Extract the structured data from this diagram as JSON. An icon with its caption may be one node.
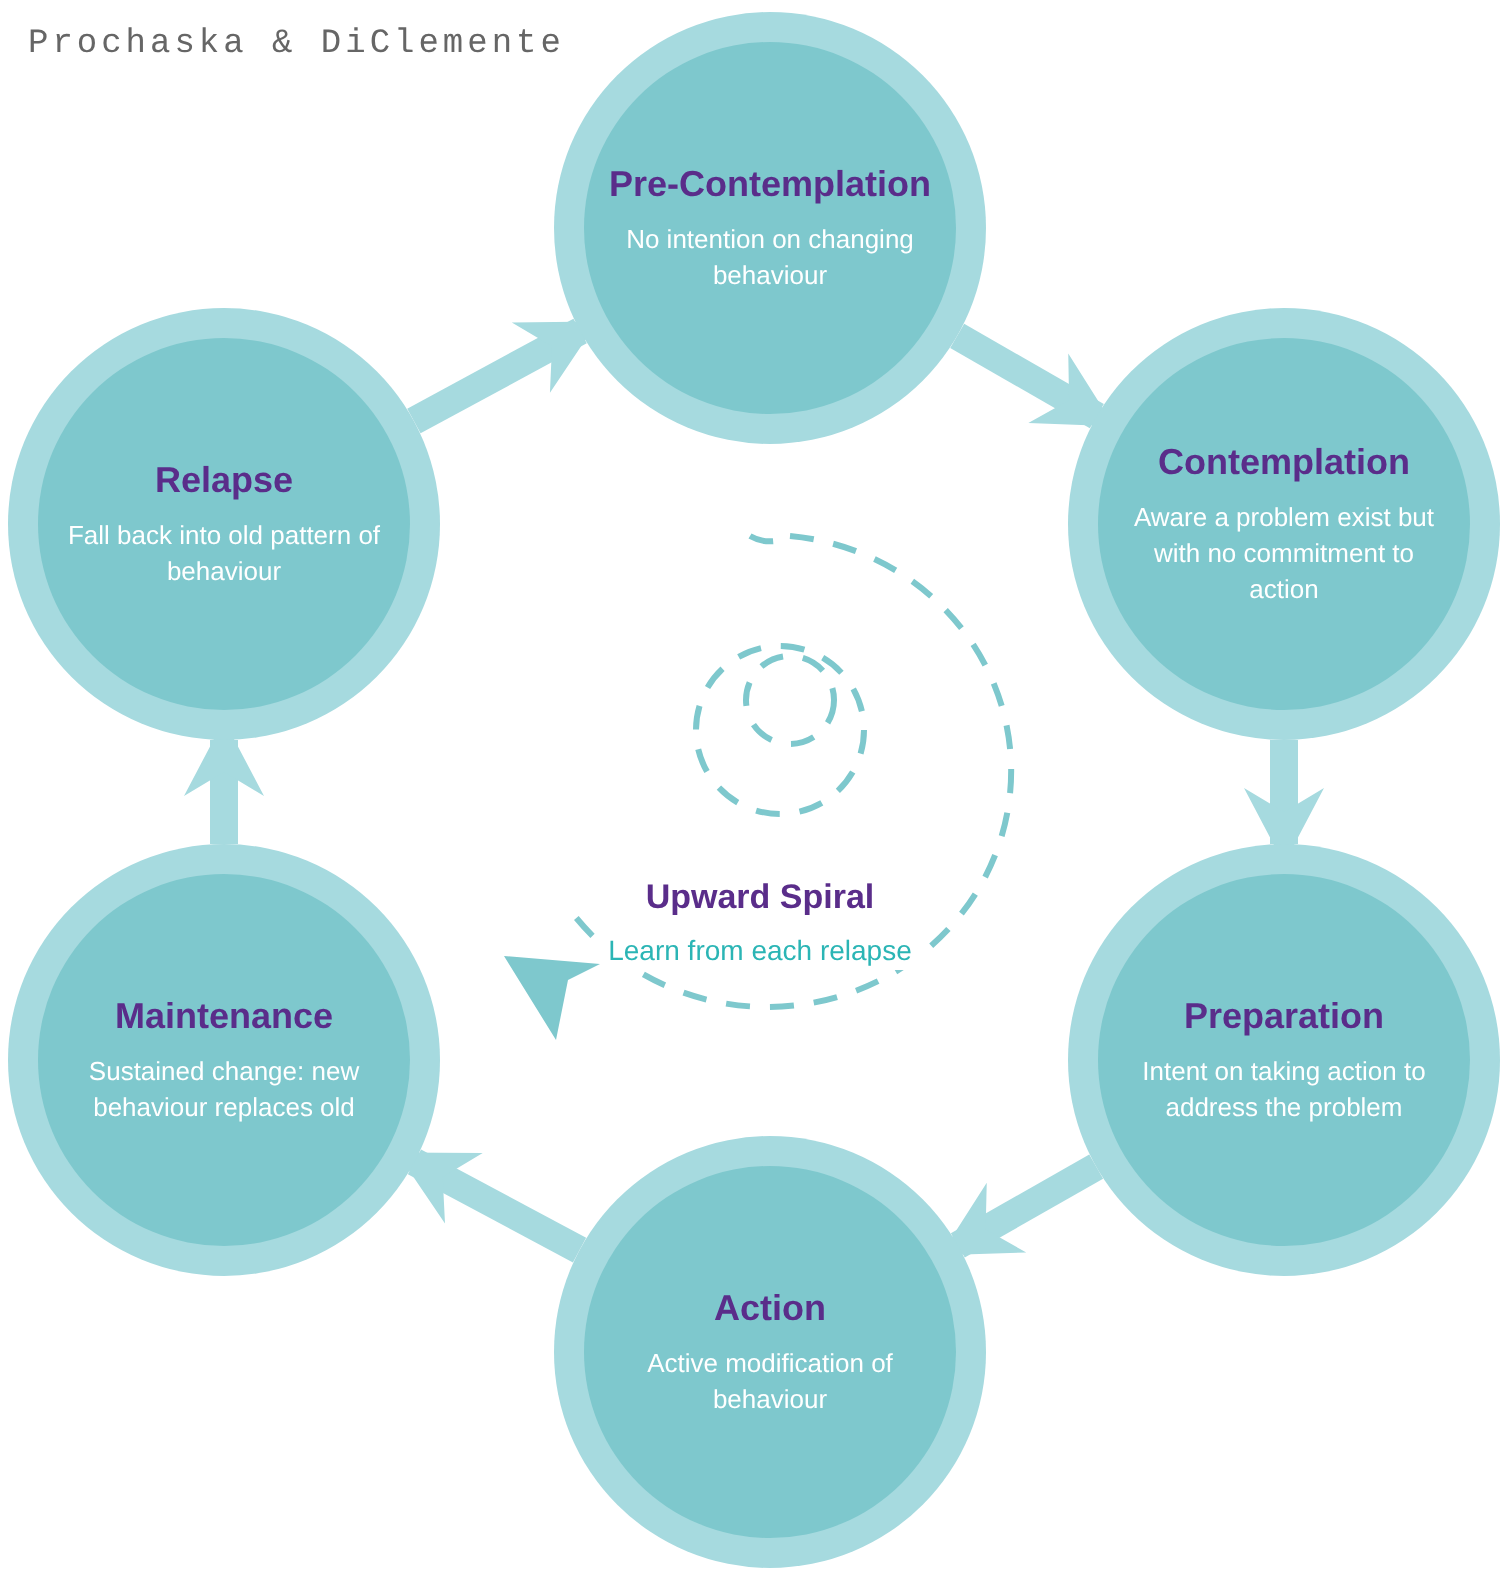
{
  "diagram": {
    "title": "Prochaska & DiClemente",
    "nodes": [
      {
        "text": [
          "Pre-Contemplation",
          "No intention on changing behaviour"
        ]
      },
      {
        "text": [
          "Contemplation",
          "Aware a problem exist but with no commitment to action"
        ]
      },
      {
        "text": [
          "Preparation",
          "Intent on taking action to address the problem"
        ]
      },
      {
        "text": [
          "Action",
          "Active modification of behaviour"
        ]
      },
      {
        "text": [
          "Maintenance",
          "Sustained change: new behaviour replaces old"
        ]
      },
      {
        "text": [
          "Relapse",
          "Fall back into old pattern of behaviour"
        ]
      }
    ],
    "edges": [
      {
        "from": 0,
        "to": 1,
        "arrow": "to"
      },
      {
        "from": 1,
        "to": 2,
        "arrow": "to"
      },
      {
        "from": 2,
        "to": 3,
        "arrow": "to"
      },
      {
        "from": 3,
        "to": 4,
        "arrow": "to"
      },
      {
        "from": 4,
        "to": 5,
        "arrow": "to"
      },
      {
        "from": 5,
        "to": 0,
        "arrow": "to"
      }
    ],
    "labels": [
      "Upward Spiral",
      "Learn from each relapse"
    ]
  }
}
